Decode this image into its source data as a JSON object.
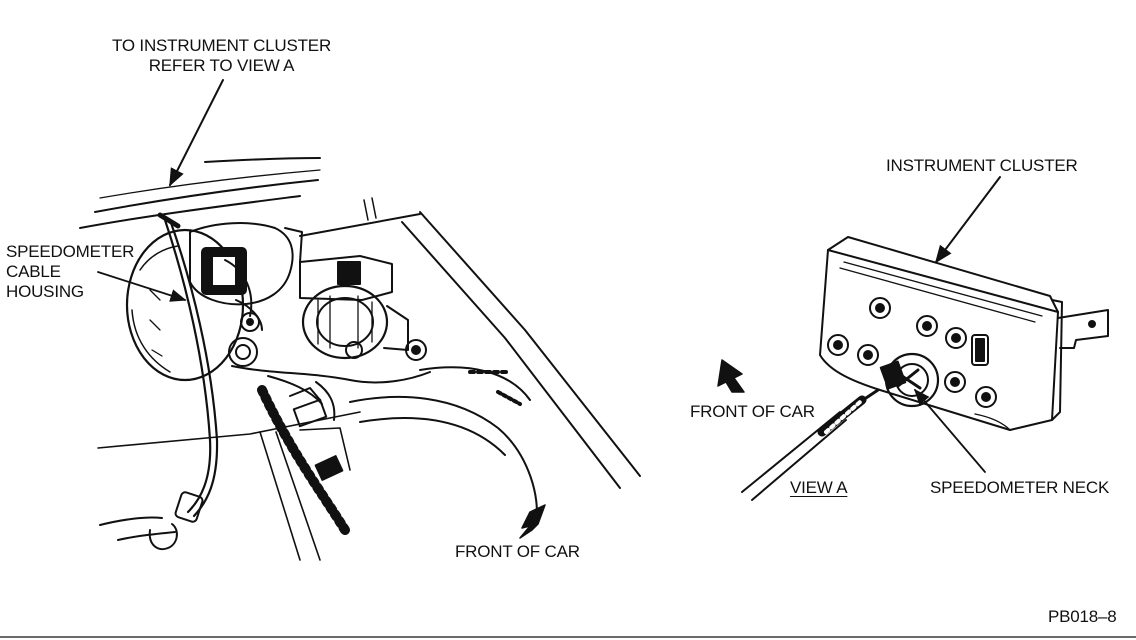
{
  "labels": {
    "to_cluster": [
      "TO INSTRUMENT CLUSTER",
      "REFER TO VIEW A"
    ],
    "cable_housing": [
      "SPEEDOMETER",
      "CABLE",
      "HOUSING"
    ],
    "instrument_cluster": "INSTRUMENT CLUSTER",
    "front_of_car_right": "FRONT OF CAR",
    "front_of_car_bottom": "FRONT OF CAR",
    "view_a": "VIEW A",
    "speedometer_neck": "SPEEDOMETER NECK",
    "figure_code": "PB018–8"
  },
  "colors": {
    "ink": "#111111",
    "paper": "#ffffff"
  }
}
